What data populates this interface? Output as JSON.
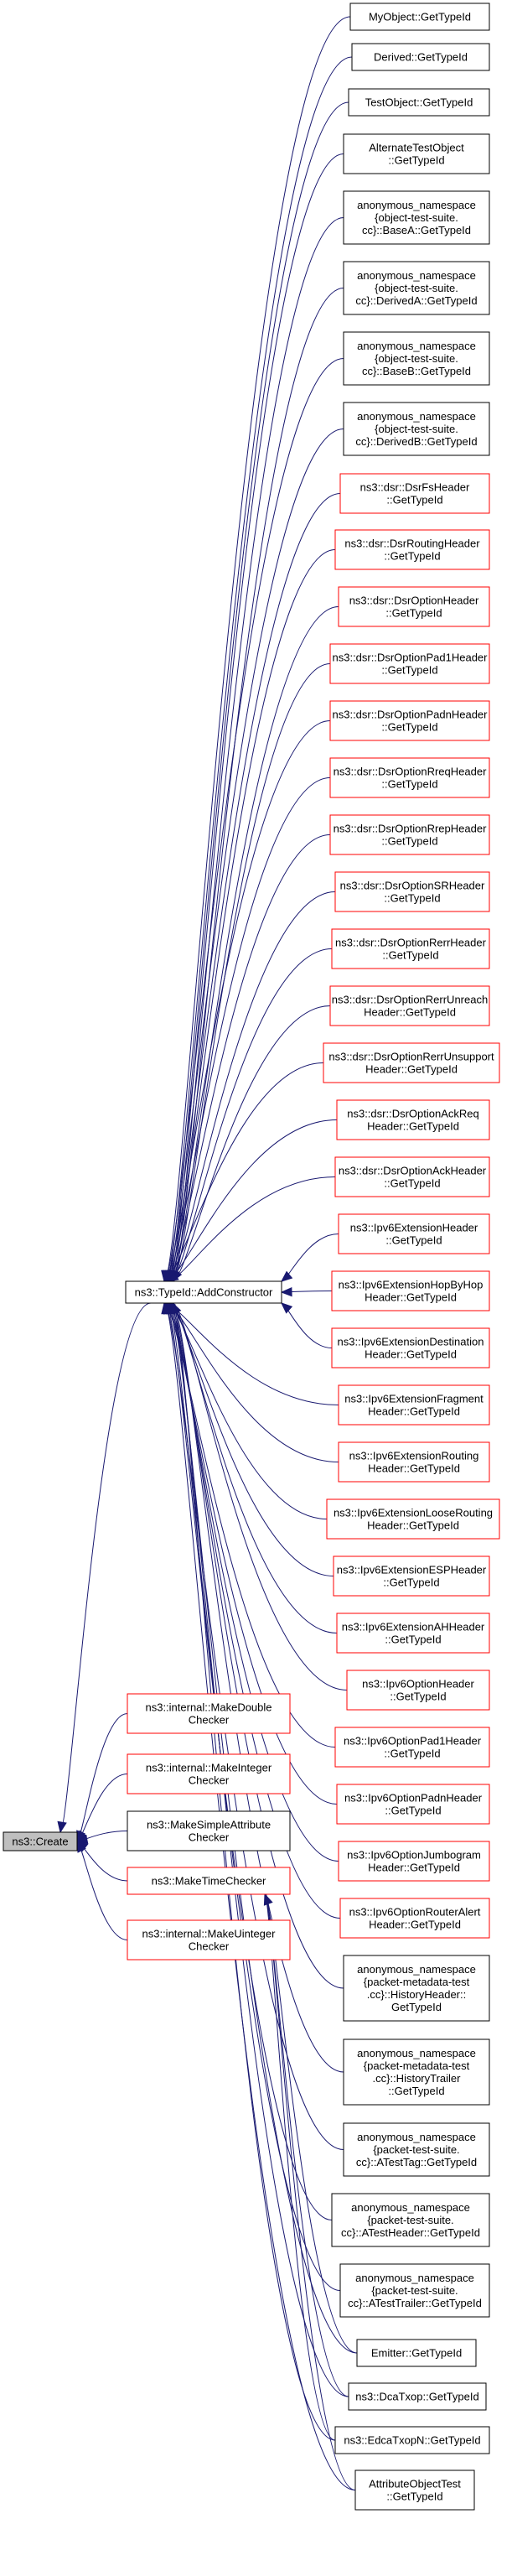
{
  "diagram": {
    "edge_color": "#191970",
    "box_colors": {
      "normal": "#000000",
      "truncated": "#ff0000",
      "root_fill": "#bfbfbf"
    },
    "root": {
      "id": "create",
      "label": [
        "ns3::Create"
      ]
    },
    "hub": {
      "id": "add-constructor",
      "label": [
        "ns3::TypeId::AddConstructor"
      ]
    },
    "callers_of_create": [
      {
        "id": "make-double-checker",
        "color": "red",
        "label": [
          "ns3::internal::MakeDouble",
          "Checker"
        ]
      },
      {
        "id": "make-integer-checker",
        "color": "red",
        "label": [
          "ns3::internal::MakeInteger",
          "Checker"
        ]
      },
      {
        "id": "make-simple-attribute-checker",
        "color": "black",
        "label": [
          "ns3::MakeSimpleAttribute",
          "Checker"
        ]
      },
      {
        "id": "make-time-checker",
        "color": "red",
        "label": [
          "ns3::MakeTimeChecker"
        ]
      },
      {
        "id": "make-uinteger-checker",
        "color": "red",
        "label": [
          "ns3::internal::MakeUinteger",
          "Checker"
        ]
      }
    ],
    "callers_of_add_constructor": [
      {
        "id": "myobject-gettypeid",
        "color": "black",
        "label": [
          "MyObject::GetTypeId"
        ]
      },
      {
        "id": "derived-gettypeid",
        "color": "black",
        "label": [
          "Derived::GetTypeId"
        ]
      },
      {
        "id": "testobject-gettypeid",
        "color": "black",
        "label": [
          "TestObject::GetTypeId"
        ]
      },
      {
        "id": "alternatetestobject-gettypeid",
        "color": "black",
        "label": [
          "AlternateTestObject",
          "::GetTypeId"
        ]
      },
      {
        "id": "basea-gettypeid",
        "color": "black",
        "label": [
          "anonymous_namespace",
          "{object-test-suite.",
          "cc}::BaseA::GetTypeId"
        ]
      },
      {
        "id": "deriveda-gettypeid",
        "color": "black",
        "label": [
          "anonymous_namespace",
          "{object-test-suite.",
          "cc}::DerivedA::GetTypeId"
        ]
      },
      {
        "id": "baseb-gettypeid",
        "color": "black",
        "label": [
          "anonymous_namespace",
          "{object-test-suite.",
          "cc}::BaseB::GetTypeId"
        ]
      },
      {
        "id": "derivedb-gettypeid",
        "color": "black",
        "label": [
          "anonymous_namespace",
          "{object-test-suite.",
          "cc}::DerivedB::GetTypeId"
        ]
      },
      {
        "id": "dsrfsheader-gettypeid",
        "color": "red",
        "label": [
          "ns3::dsr::DsrFsHeader",
          "::GetTypeId"
        ]
      },
      {
        "id": "dsrroutingheader-gettypeid",
        "color": "red",
        "label": [
          "ns3::dsr::DsrRoutingHeader",
          "::GetTypeId"
        ]
      },
      {
        "id": "dsroptionheader-gettypeid",
        "color": "red",
        "label": [
          "ns3::dsr::DsrOptionHeader",
          "::GetTypeId"
        ]
      },
      {
        "id": "dsroptionpad1header-gettypeid",
        "color": "red",
        "label": [
          "ns3::dsr::DsrOptionPad1Header",
          "::GetTypeId"
        ]
      },
      {
        "id": "dsroptionpadnheader-gettypeid",
        "color": "red",
        "label": [
          "ns3::dsr::DsrOptionPadnHeader",
          "::GetTypeId"
        ]
      },
      {
        "id": "dsroptionrreqheader-gettypeid",
        "color": "red",
        "label": [
          "ns3::dsr::DsrOptionRreqHeader",
          "::GetTypeId"
        ]
      },
      {
        "id": "dsroptionrrepheader-gettypeid",
        "color": "red",
        "label": [
          "ns3::dsr::DsrOptionRrepHeader",
          "::GetTypeId"
        ]
      },
      {
        "id": "dsroptionsrheader-gettypeid",
        "color": "red",
        "label": [
          "ns3::dsr::DsrOptionSRHeader",
          "::GetTypeId"
        ]
      },
      {
        "id": "dsroptionrerrheader-gettypeid",
        "color": "red",
        "label": [
          "ns3::dsr::DsrOptionRerrHeader",
          "::GetTypeId"
        ]
      },
      {
        "id": "dsroptionrerrunreachheader-gettypeid",
        "color": "red",
        "label": [
          "ns3::dsr::DsrOptionRerrUnreach",
          "Header::GetTypeId"
        ]
      },
      {
        "id": "dsroptionrerrunsupportheader-gettypeid",
        "color": "red",
        "label": [
          "ns3::dsr::DsrOptionRerrUnsupport",
          "Header::GetTypeId"
        ]
      },
      {
        "id": "dsroptionackreqheader-gettypeid",
        "color": "red",
        "label": [
          "ns3::dsr::DsrOptionAckReq",
          "Header::GetTypeId"
        ]
      },
      {
        "id": "dsroptionackheader-gettypeid",
        "color": "red",
        "label": [
          "ns3::dsr::DsrOptionAckHeader",
          "::GetTypeId"
        ]
      },
      {
        "id": "ipv6extensionheader-gettypeid",
        "color": "red",
        "label": [
          "ns3::Ipv6ExtensionHeader",
          "::GetTypeId"
        ]
      },
      {
        "id": "ipv6extensionhopbyhopheader-gettypeid",
        "color": "red",
        "label": [
          "ns3::Ipv6ExtensionHopByHop",
          "Header::GetTypeId"
        ]
      },
      {
        "id": "ipv6extensiondestinationheader-gettypeid",
        "color": "red",
        "label": [
          "ns3::Ipv6ExtensionDestination",
          "Header::GetTypeId"
        ]
      },
      {
        "id": "ipv6extensionfragmentheader-gettypeid",
        "color": "red",
        "label": [
          "ns3::Ipv6ExtensionFragment",
          "Header::GetTypeId"
        ]
      },
      {
        "id": "ipv6extensionroutingheader-gettypeid",
        "color": "red",
        "label": [
          "ns3::Ipv6ExtensionRouting",
          "Header::GetTypeId"
        ]
      },
      {
        "id": "ipv6extensionlooseroutingheader-gettypeid",
        "color": "red",
        "label": [
          "ns3::Ipv6ExtensionLooseRouting",
          "Header::GetTypeId"
        ]
      },
      {
        "id": "ipv6extensionespheader-gettypeid",
        "color": "red",
        "label": [
          "ns3::Ipv6ExtensionESPHeader",
          "::GetTypeId"
        ]
      },
      {
        "id": "ipv6extensionahheader-gettypeid",
        "color": "red",
        "label": [
          "ns3::Ipv6ExtensionAHHeader",
          "::GetTypeId"
        ]
      },
      {
        "id": "ipv6optionheader-gettypeid",
        "color": "red",
        "label": [
          "ns3::Ipv6OptionHeader",
          "::GetTypeId"
        ]
      },
      {
        "id": "ipv6optionpad1header-gettypeid",
        "color": "red",
        "label": [
          "ns3::Ipv6OptionPad1Header",
          "::GetTypeId"
        ]
      },
      {
        "id": "ipv6optionpadnheader-gettypeid",
        "color": "red",
        "label": [
          "ns3::Ipv6OptionPadnHeader",
          "::GetTypeId"
        ]
      },
      {
        "id": "ipv6optionjumbogramheader-gettypeid",
        "color": "red",
        "label": [
          "ns3::Ipv6OptionJumbogram",
          "Header::GetTypeId"
        ]
      },
      {
        "id": "ipv6optionrouteralertheader-gettypeid",
        "color": "red",
        "label": [
          "ns3::Ipv6OptionRouterAlert",
          "Header::GetTypeId"
        ]
      },
      {
        "id": "historyheader-gettypeid",
        "color": "black",
        "label": [
          "anonymous_namespace",
          "{packet-metadata-test",
          ".cc}::HistoryHeader::",
          "GetTypeId"
        ]
      },
      {
        "id": "historytrailer-gettypeid",
        "color": "black",
        "label": [
          "anonymous_namespace",
          "{packet-metadata-test",
          ".cc}::HistoryTrailer",
          "::GetTypeId"
        ]
      },
      {
        "id": "atesttag-gettypeid",
        "color": "black",
        "label": [
          "anonymous_namespace",
          "{packet-test-suite.",
          "cc}::ATestTag::GetTypeId"
        ]
      },
      {
        "id": "atestheader-gettypeid",
        "color": "black",
        "label": [
          "anonymous_namespace",
          "{packet-test-suite.",
          "cc}::ATestHeader::GetTypeId"
        ]
      },
      {
        "id": "atesttrailer-gettypeid",
        "color": "black",
        "label": [
          "anonymous_namespace",
          "{packet-test-suite.",
          "cc}::ATestTrailer::GetTypeId"
        ]
      },
      {
        "id": "emitter-gettypeid",
        "color": "black",
        "label": [
          "Emitter::GetTypeId"
        ]
      },
      {
        "id": "dcatxop-gettypeid",
        "color": "black",
        "label": [
          "ns3::DcaTxop::GetTypeId"
        ]
      },
      {
        "id": "edcatxopn-gettypeid",
        "color": "black",
        "label": [
          "ns3::EdcaTxopN::GetTypeId"
        ]
      },
      {
        "id": "attributeobjecttest-gettypeid",
        "color": "black",
        "label": [
          "AttributeObjectTest",
          "::GetTypeId"
        ]
      }
    ]
  }
}
